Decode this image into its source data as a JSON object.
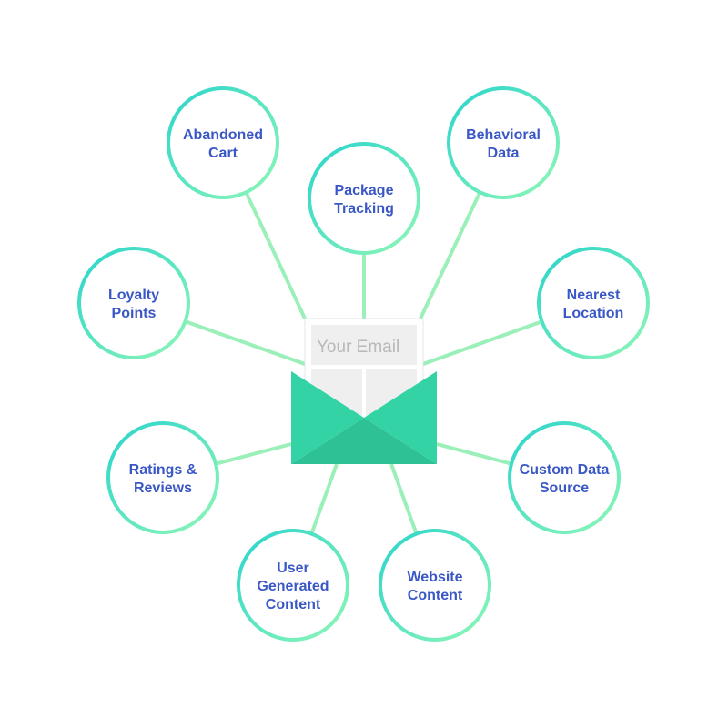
{
  "colors": {
    "connector": "#9af0b8",
    "ring_start": "#2ad4cc",
    "ring_end": "#8ff7b6",
    "label": "#3a57c6",
    "envelope": "#34d3a6",
    "envelope_dark": "#2fc196",
    "letter": "#ffffff",
    "letter_block": "#efefef"
  },
  "center": {
    "icon": "envelope-icon",
    "letter_text": "Your Email"
  },
  "nodes": [
    {
      "id": "abandoned-cart",
      "lines": [
        "Abandoned",
        "Cart"
      ]
    },
    {
      "id": "package-tracking",
      "lines": [
        "Package",
        "Tracking"
      ]
    },
    {
      "id": "behavioral-data",
      "lines": [
        "Behavioral",
        "Data"
      ]
    },
    {
      "id": "loyalty-points",
      "lines": [
        "Loyalty",
        "Points"
      ]
    },
    {
      "id": "nearest-location",
      "lines": [
        "Nearest",
        "Location"
      ]
    },
    {
      "id": "ratings-reviews",
      "lines": [
        "Ratings &",
        "Reviews"
      ]
    },
    {
      "id": "custom-data-source",
      "lines": [
        "Custom Data",
        "Source"
      ]
    },
    {
      "id": "user-generated-content",
      "lines": [
        "User",
        "Generated",
        "Content"
      ]
    },
    {
      "id": "website-content",
      "lines": [
        "Website",
        "Content"
      ]
    }
  ]
}
